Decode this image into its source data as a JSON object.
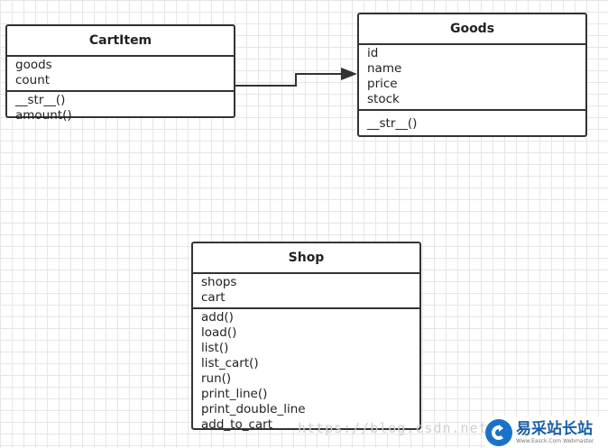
{
  "classes": {
    "cartitem": {
      "name": "CartItem",
      "attributes": [
        "goods",
        "count"
      ],
      "methods": [
        "__str__()",
        "amount()"
      ]
    },
    "goods": {
      "name": "Goods",
      "attributes": [
        "id",
        "name",
        "price",
        "stock"
      ],
      "methods": [
        "__str__()"
      ]
    },
    "shop": {
      "name": "Shop",
      "attributes": [
        "shops",
        "cart"
      ],
      "methods": [
        "add()",
        "load()",
        "list()",
        "list_cart()",
        "run()",
        "print_line()",
        "print_double_line",
        "add_to_cart"
      ]
    }
  },
  "relations": [
    {
      "from": "CartItem",
      "to": "Goods",
      "type": "association-arrow"
    }
  ],
  "watermark": {
    "text": "https://blog.csdn.net/",
    "logo_text": "易采站长站",
    "logo_sub": "Www.Easck.Com Webmaster"
  }
}
